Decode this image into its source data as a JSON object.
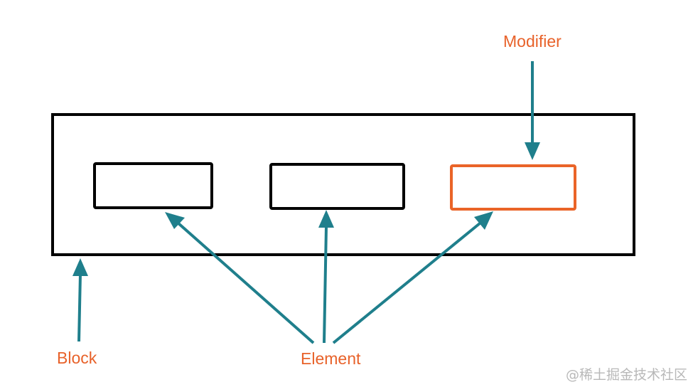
{
  "diagram": {
    "title": "BEM: Block, Element, Modifier",
    "labels": {
      "block": "Block",
      "element": "Element",
      "modifier": "Modifier"
    },
    "nodes": [
      {
        "id": "block",
        "label": "Block",
        "kind": "container"
      },
      {
        "id": "element-1",
        "label": "Element",
        "kind": "element"
      },
      {
        "id": "element-2",
        "label": "Element",
        "kind": "element"
      },
      {
        "id": "element-3",
        "label": "Element",
        "kind": "element-modified"
      }
    ],
    "edges": [
      {
        "from": "label-block",
        "to": "block"
      },
      {
        "from": "label-element",
        "to": "element-1"
      },
      {
        "from": "label-element",
        "to": "element-2"
      },
      {
        "from": "label-element",
        "to": "element-3"
      },
      {
        "from": "label-modifier",
        "to": "element-3"
      }
    ],
    "colors": {
      "label_text": "#e8622a",
      "arrow": "#1f7f8c",
      "outline": "#000000",
      "modifier_outline": "#ea6428"
    }
  },
  "watermark": "@稀土掘金技术社区"
}
